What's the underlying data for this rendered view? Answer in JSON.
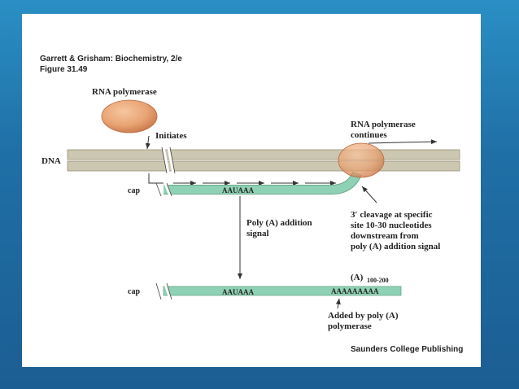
{
  "citation": {
    "line1": "Garrett & Grisham: Biochemistry, 2/e",
    "line2": "Figure 31.49"
  },
  "labels": {
    "rna_polymerase": "RNA polymerase",
    "initiates": "Initiates",
    "rna_polymerase_continues_1": "RNA polymerase",
    "rna_polymerase_continues_2": "continues",
    "dna": "DNA",
    "cap_top": "cap",
    "aauaaa_top": "AAUAAA",
    "cleavage_1": "3′ cleavage at specific",
    "cleavage_2": "site 10-30 nucleotides",
    "cleavage_3": "downstream from",
    "cleavage_4": "poly (A) addition signal",
    "polya_signal_1": "Poly (A) addition",
    "polya_signal_2": "signal",
    "polya_tail": "(A)",
    "polya_subscript": "100-200",
    "cap_bottom": "cap",
    "aauaaa_bottom": "AAUAAA",
    "a_tail": "AAAAAAAAA",
    "added_by_1": "Added by poly (A)",
    "added_by_2": "polymerase",
    "publisher": "Saunders College Publishing"
  },
  "colors": {
    "background_blue": "#1f6fa6",
    "dna_strand": "#ccc7b0",
    "rna_strand": "#8fd1b4",
    "polymerase": "#e9a474"
  }
}
